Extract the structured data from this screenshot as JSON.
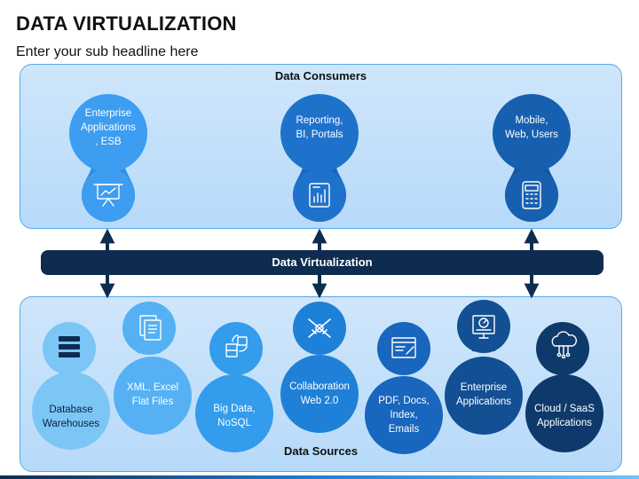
{
  "header": {
    "title": "DATA VIRTUALIZATION",
    "subtitle": "Enter your sub headline here"
  },
  "consumers": {
    "label": "Data Consumers",
    "items": [
      {
        "lines": [
          "Enterprise",
          "Applications",
          ", ESB"
        ],
        "icon": "presentation-chart-icon",
        "color": "#3d9df0"
      },
      {
        "lines": [
          "Reporting,",
          "BI, Portals"
        ],
        "icon": "report-chart-icon",
        "color": "#1f72cc"
      },
      {
        "lines": [
          "Mobile,",
          "Web, Users"
        ],
        "icon": "mobile-keypad-icon",
        "color": "#1760b0"
      }
    ]
  },
  "middle": {
    "label": "Data Virtualization"
  },
  "sources": {
    "label": "Data Sources",
    "items": [
      {
        "lines": [
          "Database",
          "Warehouses"
        ],
        "icon": "server-rack-icon",
        "color": "#7cc6f6"
      },
      {
        "lines": [
          "XML, Excel",
          "Flat Files"
        ],
        "icon": "documents-icon",
        "color": "#55b1f3"
      },
      {
        "lines": [
          "Big Data,",
          "NoSQL"
        ],
        "icon": "database-transfer-icon",
        "color": "#339ced"
      },
      {
        "lines": [
          "Collaboration",
          "Web 2.0"
        ],
        "icon": "handshake-icon",
        "color": "#1f80d8"
      },
      {
        "lines": [
          "PDF, Docs,",
          "Index,",
          "Emails"
        ],
        "icon": "document-edit-icon",
        "color": "#1866bd"
      },
      {
        "lines": [
          "Enterprise",
          "Applications"
        ],
        "icon": "dashboard-icon",
        "color": "#134f93"
      },
      {
        "lines": [
          "Cloud / SaaS",
          "Applications"
        ],
        "icon": "cloud-network-icon",
        "color": "#0e3a6b"
      }
    ]
  }
}
